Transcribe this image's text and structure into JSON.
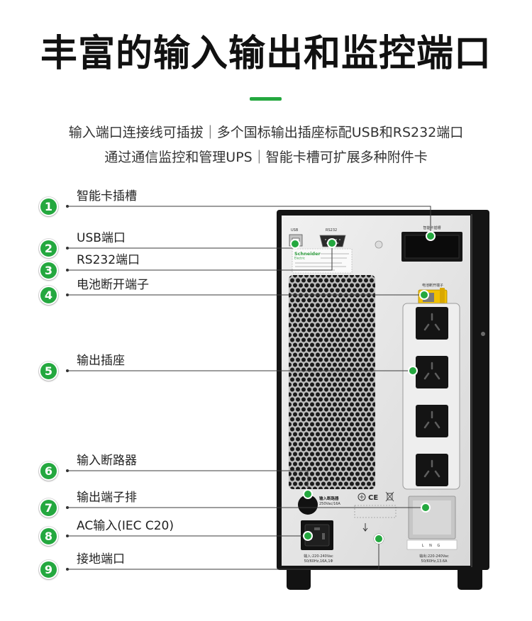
{
  "colors": {
    "accent": "#24a83f",
    "title": "#111111",
    "body_text": "#333333"
  },
  "title": "丰富的输入输出和监控端口",
  "subtitle": [
    "输入端口连接线可插拔｜多个国标输出插座标配USB和RS232端口",
    "通过通信监控和管理UPS｜智能卡槽可扩展多种附件卡"
  ],
  "callouts": [
    {
      "number": "1",
      "label": "智能卡插槽"
    },
    {
      "number": "2",
      "label": "USB端口"
    },
    {
      "number": "3",
      "label": "RS232端口"
    },
    {
      "number": "4",
      "label": "电池断开端子"
    },
    {
      "number": "5",
      "label": "输出插座"
    },
    {
      "number": "6",
      "label": "输入断路器"
    },
    {
      "number": "7",
      "label": "输出端子排"
    },
    {
      "number": "8",
      "label": "AC输入(IEC C20)"
    },
    {
      "number": "9",
      "label": "接地端口"
    }
  ],
  "panel": {
    "usb_label": "USB",
    "rs232_label": "RS232",
    "brand_line1": "Schneider",
    "brand_line2": "Electric",
    "card_slot_label": "智能卡插槽",
    "battery_label": "电池断开端子",
    "breaker_label": "输入断路器",
    "breaker_rating": "250Vac/16A",
    "ce_mark": "CE",
    "terminal_labels": "L N G",
    "input_rating": [
      "输入:220-240Vac",
      "50/60Hz,16A,1Φ"
    ],
    "output_rating": [
      "输出:220-240Vac",
      "50/60Hz,13.6A"
    ]
  }
}
